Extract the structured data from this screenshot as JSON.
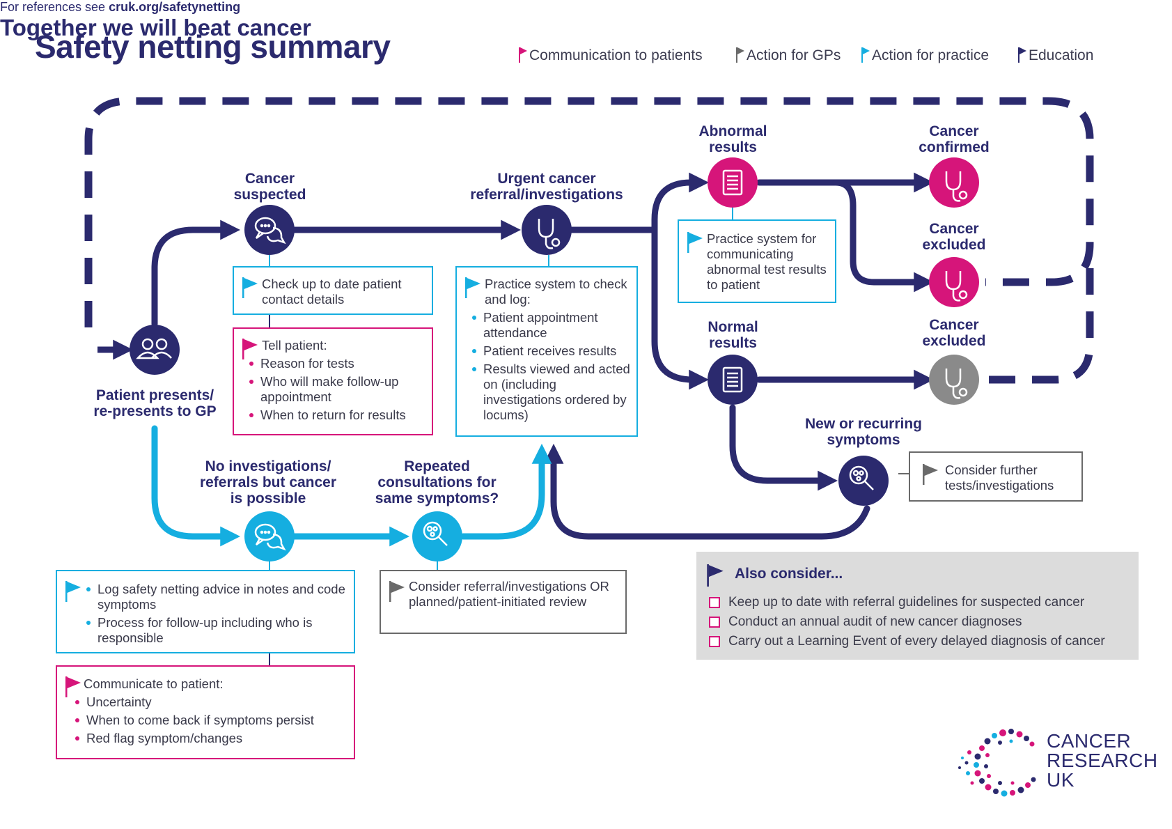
{
  "title": "Safety netting summary",
  "legend": [
    {
      "label": "Communication to patients",
      "color": "#d6157a"
    },
    {
      "label": "Action for GPs",
      "color": "#6a6a6a"
    },
    {
      "label": "Action for practice",
      "color": "#15aee0"
    },
    {
      "label": "Education",
      "color": "#2b2a6e"
    }
  ],
  "colors": {
    "navy": "#2b2a6e",
    "cyan": "#15aee0",
    "pink": "#d6157a",
    "grey": "#8a8a8a"
  },
  "nodes": {
    "patient": {
      "label": "Patient presents/ re-presents to GP",
      "icon": "people-icon"
    },
    "cancer_suspected": {
      "label": "Cancer suspected",
      "icon": "speech-bubbles-icon"
    },
    "urgent": {
      "label": "Urgent cancer referral/investigations",
      "icon": "stethoscope-icon"
    },
    "abnormal": {
      "label": "Abnormal results",
      "icon": "document-icon"
    },
    "normal": {
      "label": "Normal results",
      "icon": "document-icon"
    },
    "confirmed": {
      "label": "Cancer confirmed",
      "icon": "stethoscope-icon"
    },
    "excluded_1": {
      "label": "Cancer excluded",
      "icon": "stethoscope-icon"
    },
    "excluded_2": {
      "label": "Cancer excluded",
      "icon": "stethoscope-icon"
    },
    "new_symptoms": {
      "label": "New or recurring symptoms",
      "icon": "magnifier-icon"
    },
    "no_investigations": {
      "label": "No investigations/ referrals but cancer is possible",
      "icon": "speech-bubbles-icon"
    },
    "repeated": {
      "label": "Repeated consultations for same symptoms?",
      "icon": "magnifier-icon"
    }
  },
  "boxes": {
    "check_details": {
      "text": "Check up to date patient contact details"
    },
    "tell_patient": {
      "title": "Tell patient:",
      "items": [
        "Reason for tests",
        "Who will make follow-up appointment",
        "When to return for results"
      ]
    },
    "practice_log": {
      "title": "Practice system to check and log:",
      "items": [
        "Patient appointment attendance",
        "Patient receives results",
        "Results viewed and acted on (including investigations ordered by locums)"
      ]
    },
    "abnormal_comm": {
      "text": "Practice system for communicating abnormal test results to patient"
    },
    "further_tests": {
      "text": "Consider further tests/investigations"
    },
    "log_advice": {
      "items": [
        "Log safety netting advice in notes and code symptoms",
        "Process for follow-up including who is responsible"
      ]
    },
    "communicate": {
      "title": "Communicate to patient:",
      "items": [
        "Uncertainty",
        "When to come back if symptoms persist",
        "Red flag symptom/changes"
      ]
    },
    "consider_referral": {
      "text": "Consider referral/investigations OR planned/patient-initiated review"
    }
  },
  "also_consider": {
    "heading": "Also consider...",
    "items": [
      "Keep up to date with referral guidelines for suspected cancer",
      "Conduct an annual audit of new cancer diagnoses",
      "Carry out a Learning Event of every delayed diagnosis of cancer"
    ]
  },
  "references": {
    "prefix": "For references see",
    "url": "cruk.org/safetynetting"
  },
  "tagline": "Together we will beat cancer",
  "logo": {
    "line1": "CANCER",
    "line2": "RESEARCH",
    "line3": "UK"
  }
}
